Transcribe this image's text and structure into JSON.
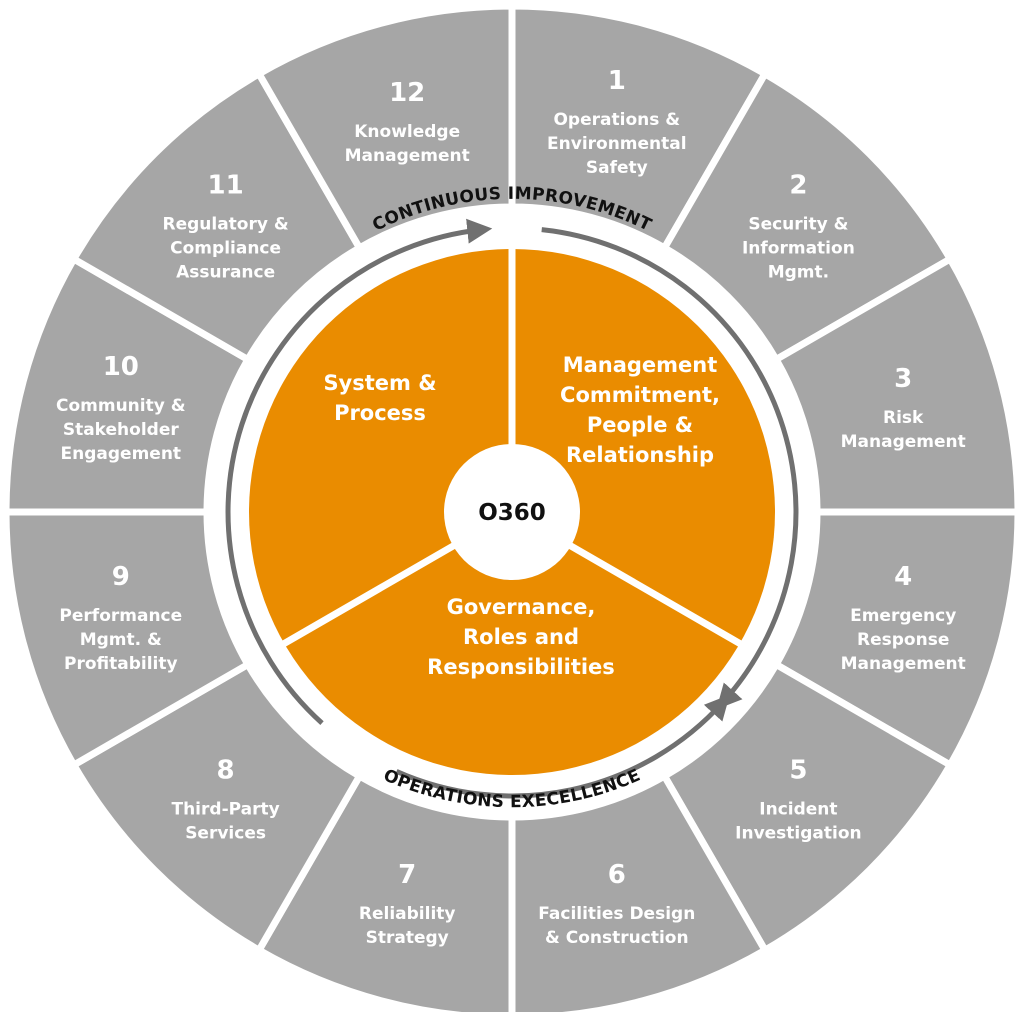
{
  "colors": {
    "segment_fill": "#a6a6a6",
    "core_fill": "#ea8c00",
    "separator": "#ffffff",
    "arrow": "#707070",
    "hub_fill": "#ffffff",
    "text_dark": "#111111",
    "text_light": "#ffffff"
  },
  "hub": {
    "label": "O360"
  },
  "ring_labels": {
    "top": "CONTINUOUS IMPROVEMENT",
    "bottom": "OPERATIONS EXECELLENCE"
  },
  "core_sections": [
    {
      "lines": [
        "Management",
        "Commitment,",
        "People &",
        "Relationship"
      ]
    },
    {
      "lines": [
        "Governance,",
        "Roles and",
        "Responsibilities"
      ]
    },
    {
      "lines": [
        "System &",
        "Process"
      ]
    }
  ],
  "segments": [
    {
      "number": "1",
      "lines": [
        "Operations &",
        "Environmental",
        "Safety"
      ]
    },
    {
      "number": "2",
      "lines": [
        "Security &",
        "Information",
        "Mgmt."
      ]
    },
    {
      "number": "3",
      "lines": [
        "Risk",
        "Management"
      ]
    },
    {
      "number": "4",
      "lines": [
        "Emergency",
        "Response",
        "Management"
      ]
    },
    {
      "number": "5",
      "lines": [
        "Incident",
        "Investigation"
      ]
    },
    {
      "number": "6",
      "lines": [
        "Facilities Design",
        "& Construction"
      ]
    },
    {
      "number": "7",
      "lines": [
        "Reliability",
        "Strategy"
      ]
    },
    {
      "number": "8",
      "lines": [
        "Third-Party",
        "Services"
      ]
    },
    {
      "number": "9",
      "lines": [
        "Performance",
        "Mgmt. &",
        "Profitability"
      ]
    },
    {
      "number": "10",
      "lines": [
        "Community &",
        "Stakeholder",
        "Engagement"
      ]
    },
    {
      "number": "11",
      "lines": [
        "Regulatory &",
        "Compliance",
        "Assurance"
      ]
    },
    {
      "number": "12",
      "lines": [
        "Knowledge",
        "Management"
      ]
    }
  ]
}
